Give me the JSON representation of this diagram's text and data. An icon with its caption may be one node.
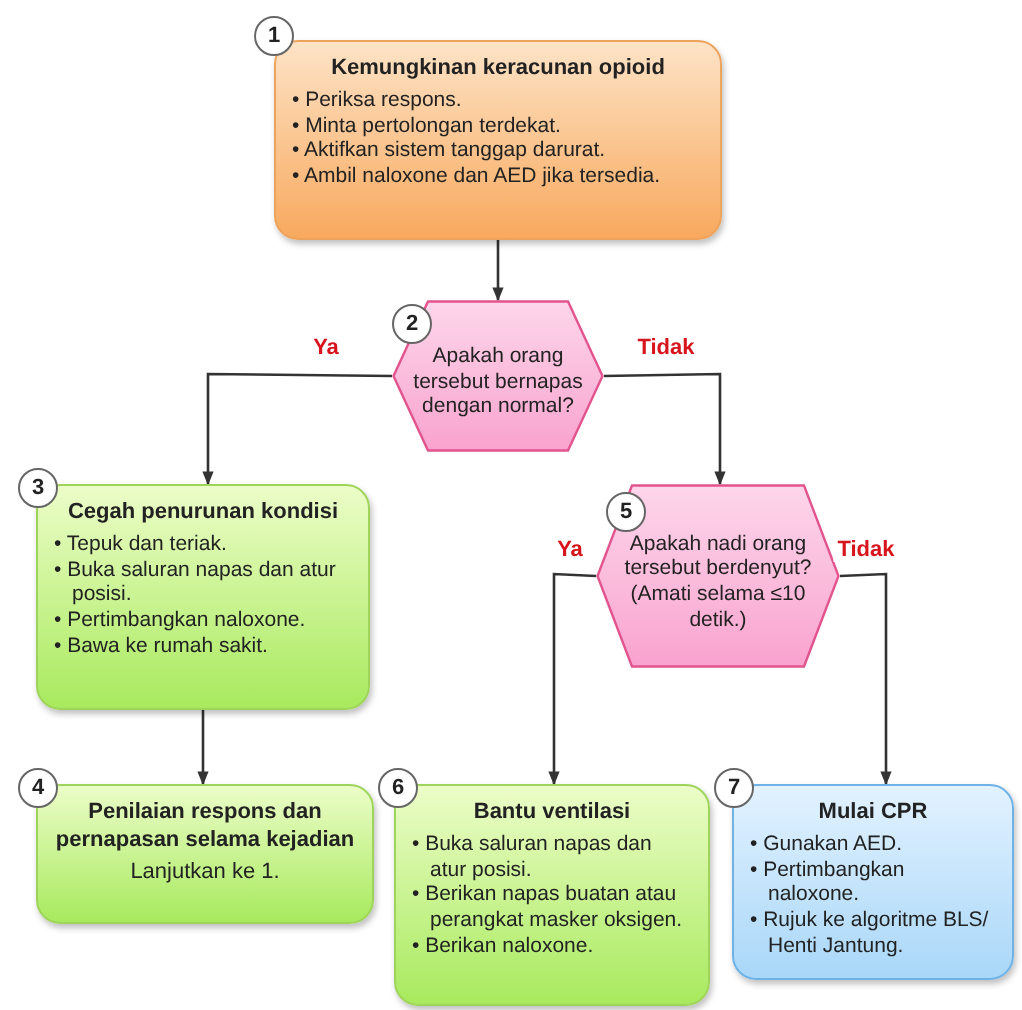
{
  "diagram": {
    "nodes": [
      {
        "text": [
          "1",
          "Kemungkinan keracunan opioid",
          "• Periksa respons.",
          "• Minta pertolongan terdekat.",
          "• Aktifkan sistem tanggap darurat.",
          "• Ambil naloxone dan AED jika tersedia."
        ]
      },
      {
        "text": [
          "2",
          "Apakah orang tersebut bernapas dengan normal?"
        ]
      },
      {
        "text": [
          "3",
          "Cegah penurunan kondisi",
          "• Tepuk dan teriak.",
          "• Buka saluran napas dan atur posisi.",
          "• Pertimbangkan naloxone.",
          "• Bawa ke rumah sakit."
        ]
      },
      {
        "text": [
          "4",
          "Penilaian respons dan pernapasan selama kejadian",
          "Lanjutkan ke 1."
        ]
      },
      {
        "text": [
          "5",
          "Apakah nadi orang tersebut berdenyut?",
          "(Amati selama ≤10 detik.)"
        ]
      },
      {
        "text": [
          "6",
          "Bantu ventilasi",
          "• Buka saluran napas dan atur posisi.",
          "• Berikan napas buatan atau perangkat masker oksigen.",
          "• Berikan naloxone."
        ]
      },
      {
        "text": [
          "7",
          "Mulai CPR",
          "• Gunakan AED.",
          "• Pertimbangkan naloxone.",
          "• Rujuk ke algoritme BLS/ Henti Jantung."
        ]
      }
    ],
    "edges": [
      {
        "from": 0,
        "to": 1,
        "arrow": "to"
      },
      {
        "from": 1,
        "to": 2,
        "arrow": "to",
        "label": "Ya"
      },
      {
        "from": 1,
        "to": 4,
        "arrow": "to",
        "label": "Tidak"
      },
      {
        "from": 2,
        "to": 3,
        "arrow": "to"
      },
      {
        "from": 4,
        "to": 5,
        "arrow": "to",
        "label": "Ya"
      },
      {
        "from": 4,
        "to": 6,
        "arrow": "to",
        "label": "Tidak"
      }
    ]
  }
}
